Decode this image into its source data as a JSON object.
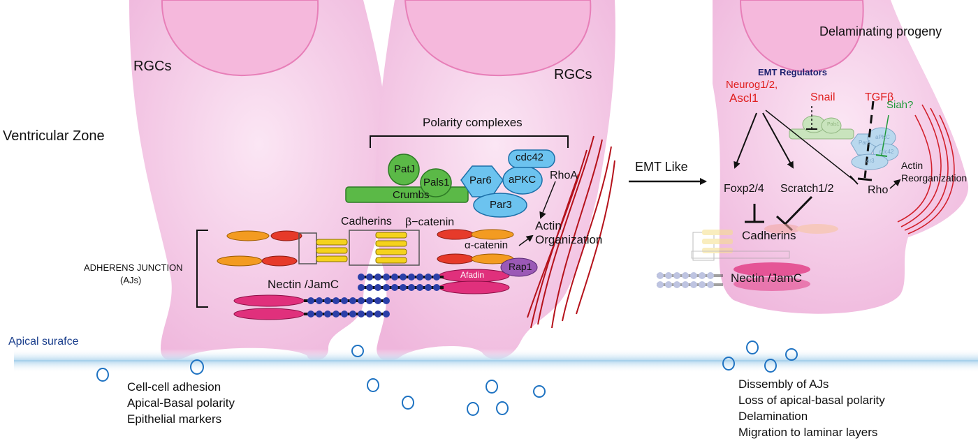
{
  "labels": {
    "rgcs_left": "RGCs",
    "rgcs_right": "RGCs",
    "ventricular_zone": "Ventricular Zone",
    "polarity_complexes": "Polarity complexes",
    "patj": "PatJ",
    "pals1": "Pals1",
    "crumbs": "Crumbs",
    "par6": "Par6",
    "apkc": "aPKC",
    "cdc42": "cdc42",
    "par3": "Par3",
    "rhoa": "RhoA",
    "cadherins": "Cadherins",
    "beta_catenin": "β−catenin",
    "alpha_catenin": "α-catenin",
    "actin_organization_1": "Actin",
    "actin_organization_2": "Organization",
    "rap1": "Rap1",
    "afadin": "Afadin",
    "nectin_jamc": "Nectin /JamC",
    "adherens_junction_1": "ADHERENS JUNCTION",
    "adherens_junction_2": "(AJs)",
    "apical_surface": "Apical surafce",
    "emt_like": "EMT Like",
    "delaminating_progeny": "Delaminating progeny",
    "emt_regulators": "EMT Regulators",
    "neurog": "Neurog1/2,",
    "ascl1": "Ascl1",
    "snail": "Snail",
    "tgfb": "TGFβ",
    "siah": "Siah?",
    "foxp": "Foxp2/4",
    "scratch": "Scratch1/2",
    "rho": "Rho",
    "actin_reorg_1": "Actin",
    "actin_reorg_2": "Reorganization",
    "cadherins_right": "Cadherins",
    "nectin_jamc_right": "Nectin /JamC",
    "ghost_par6": "Par6",
    "ghost_apkc": "aPKC",
    "ghost_cdc42": "cdc42",
    "ghost_par3": "ar3",
    "ghost_pals1": "Pals1"
  },
  "left_list": [
    "Cell-cell adhesion",
    "Apical-Basal polarity",
    "Epithelial markers"
  ],
  "right_list": [
    "Dissembly of AJs",
    "Loss of apical-basal polarity",
    "Delamination",
    "Migration to laminar layers"
  ],
  "colors": {
    "cell_pink": "#f3c4e3",
    "nucleus": "#e77fb8",
    "green_protein": "#5bb947",
    "blue_protein": "#6cc3ef",
    "red_text": "#e02020",
    "green_text": "#1f9a3a",
    "navy_text": "#1b1f6e",
    "actin_red": "#b5121b",
    "apical_blue": "#1a3e8c"
  }
}
